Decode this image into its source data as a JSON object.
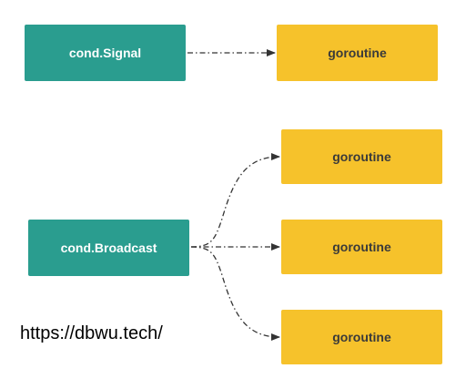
{
  "nodes": {
    "signal": "cond.Signal",
    "broadcast": "cond.Broadcast",
    "goroutine_1": "goroutine",
    "goroutine_2": "goroutine",
    "goroutine_3": "goroutine",
    "goroutine_4": "goroutine"
  },
  "edges": [
    {
      "from": "signal",
      "to": "goroutine_1"
    },
    {
      "from": "broadcast",
      "to": "goroutine_2"
    },
    {
      "from": "broadcast",
      "to": "goroutine_3"
    },
    {
      "from": "broadcast",
      "to": "goroutine_4"
    }
  ],
  "watermark": "https://dbwu.tech/",
  "colors": {
    "teal": "#2a9d8f",
    "yellow": "#f6c22b",
    "edge": "#333333"
  }
}
